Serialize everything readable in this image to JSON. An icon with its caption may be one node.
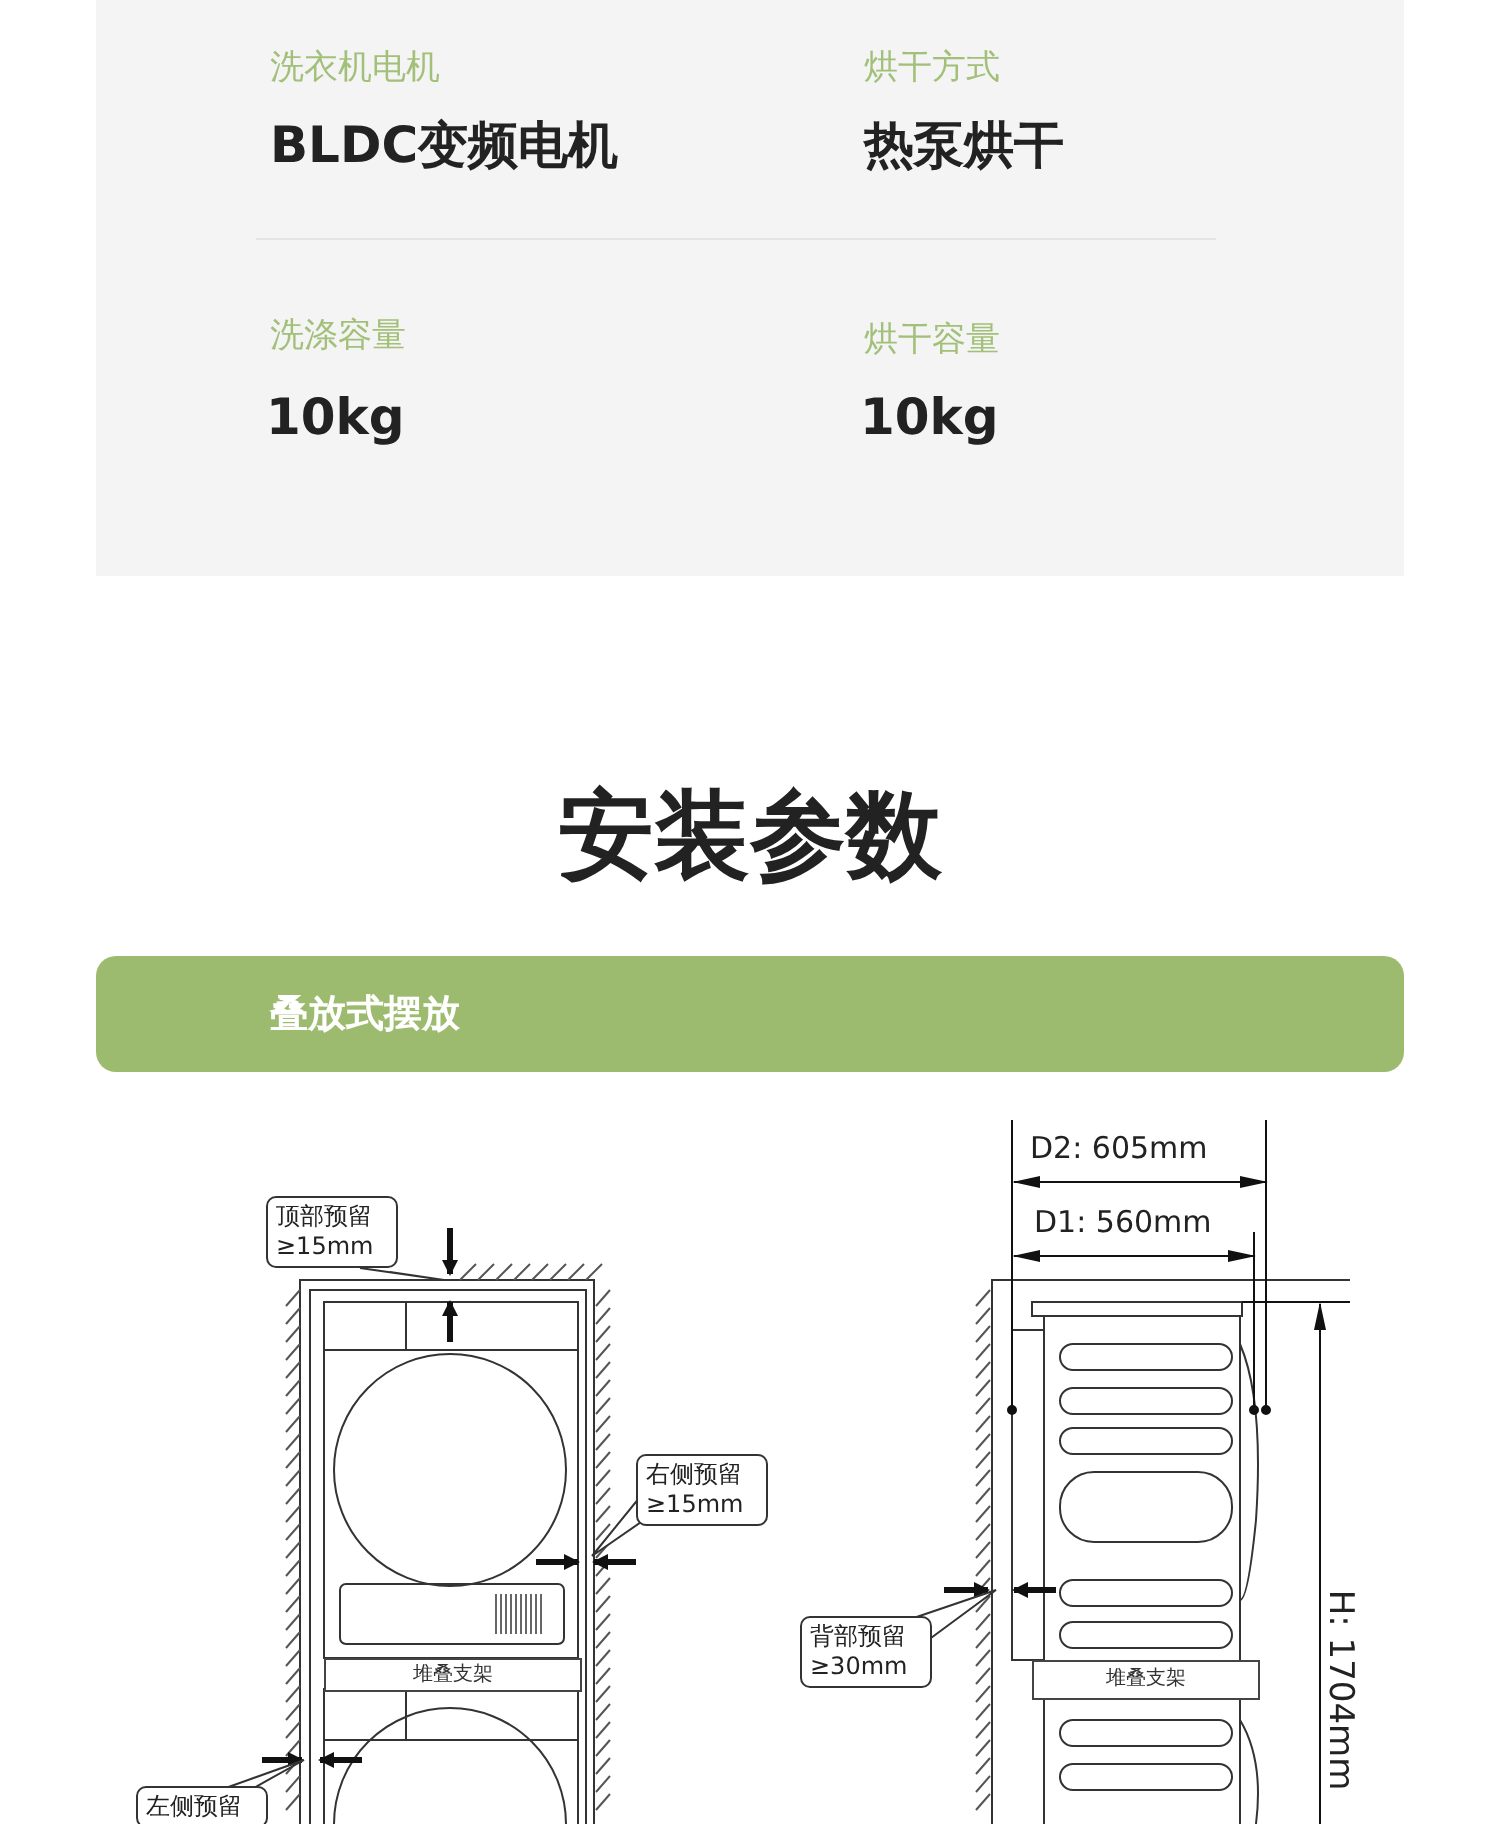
{
  "diagram": {
    "title": "安装参数",
    "nodes": [
      {
        "text": [
          "叠放式摆放"
        ]
      },
      {
        "text": [
          "顶部预留 ≥15mm"
        ]
      },
      {
        "text": [
          "右侧预留 ≥15mm"
        ]
      },
      {
        "text": [
          "堆叠支架"
        ]
      },
      {
        "text": [
          "左侧预留"
        ]
      },
      {
        "text": [
          "背部预留 ≥30mm"
        ]
      },
      {
        "text": [
          "堆叠支架"
        ]
      }
    ],
    "edges": [],
    "labels": [
      "洗衣机电机",
      "烘干方式",
      "BLDC变频电机",
      "热泵烘干",
      "洗涤容量",
      "烘干容量",
      "10kg",
      "10kg",
      "D2: 605mm",
      "D1: 560mm",
      "H: 1704mm"
    ]
  }
}
